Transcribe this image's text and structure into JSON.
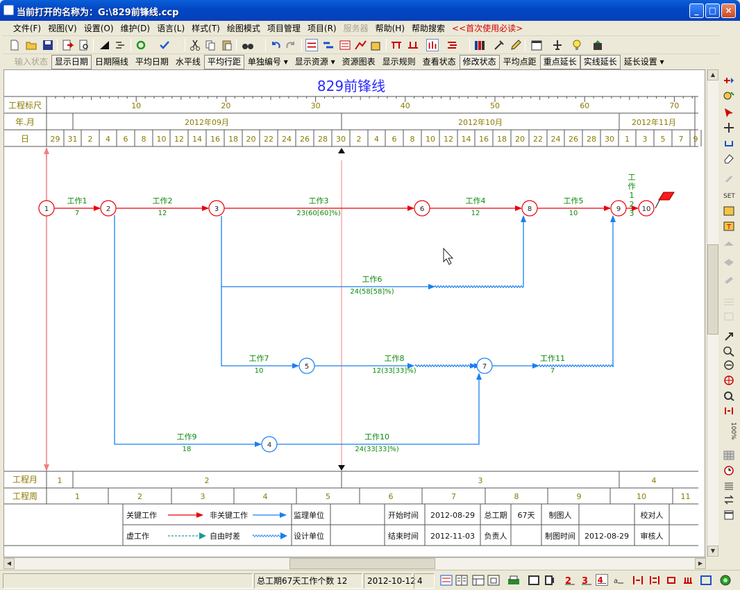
{
  "window": {
    "title": "当前打开的名称为：G:\\829前锋线.ccp",
    "min": "_",
    "max": "□",
    "close": "×"
  },
  "menu": [
    {
      "label": "文件(F)",
      "state": ""
    },
    {
      "label": "视图(V)",
      "state": ""
    },
    {
      "label": "设置(O)",
      "state": ""
    },
    {
      "label": "维护(D)",
      "state": ""
    },
    {
      "label": "语言(L)",
      "state": ""
    },
    {
      "label": "样式(T)",
      "state": ""
    },
    {
      "label": "绘图模式",
      "state": ""
    },
    {
      "label": "项目管理",
      "state": ""
    },
    {
      "label": "项目(R)",
      "state": ""
    },
    {
      "label": "服务器",
      "state": "disabled"
    },
    {
      "label": "帮助(H)",
      "state": ""
    },
    {
      "label": "帮助搜索",
      "state": ""
    },
    {
      "label": "<<首次使用必读>",
      "state": "highlight"
    }
  ],
  "toolbar2": [
    {
      "label": "输入状态",
      "state": "disabled"
    },
    {
      "label": "显示日期",
      "state": "boxed"
    },
    {
      "label": "日期隔线",
      "state": ""
    },
    {
      "label": "平均日期",
      "state": ""
    },
    {
      "label": "水平线",
      "state": ""
    },
    {
      "label": "平均行距",
      "state": "boxed"
    },
    {
      "label": "单独编号 ▾",
      "state": ""
    },
    {
      "label": "显示资源 ▾",
      "state": ""
    },
    {
      "label": "资源图表",
      "state": ""
    },
    {
      "label": "显示规则",
      "state": ""
    },
    {
      "label": "查看状态",
      "state": ""
    },
    {
      "label": "修改状态",
      "state": "boxed"
    },
    {
      "label": "平均点距",
      "state": ""
    },
    {
      "label": "重点延长",
      "state": "boxed"
    },
    {
      "label": "实线延长",
      "state": "boxed"
    },
    {
      "label": "延长设置 ▾",
      "state": ""
    }
  ],
  "chart": {
    "title": "829前锋线",
    "ruler_label": "工程标尺",
    "ruler_ticks": [
      "10",
      "20",
      "30",
      "40",
      "50",
      "60",
      "70"
    ],
    "ym_label": "年.月",
    "months": [
      "2012年09月",
      "2012年10月",
      "2012年11月"
    ],
    "day_label": "日",
    "days": [
      "29",
      "31",
      "2",
      "4",
      "6",
      "8",
      "10",
      "12",
      "14",
      "16",
      "18",
      "20",
      "22",
      "24",
      "26",
      "28",
      "30",
      "2",
      "4",
      "6",
      "8",
      "10",
      "12",
      "14",
      "16",
      "18",
      "20",
      "22",
      "24",
      "26",
      "28",
      "30",
      "1",
      "3",
      "5",
      "7",
      "9"
    ],
    "project_month_label": "工程月",
    "project_months": [
      "1",
      "2",
      "3",
      "4"
    ],
    "project_week_label": "工程周",
    "project_weeks": [
      "1",
      "2",
      "3",
      "4",
      "5",
      "6",
      "7",
      "8",
      "9",
      "10",
      "11"
    ],
    "nodes": [
      {
        "id": "1",
        "kind": "critical"
      },
      {
        "id": "2",
        "kind": "critical"
      },
      {
        "id": "3",
        "kind": "critical"
      },
      {
        "id": "6",
        "kind": "critical"
      },
      {
        "id": "8",
        "kind": "critical"
      },
      {
        "id": "9",
        "kind": "critical"
      },
      {
        "id": "10",
        "kind": "critical"
      },
      {
        "id": "5",
        "kind": "normal"
      },
      {
        "id": "7",
        "kind": "normal"
      },
      {
        "id": "4",
        "kind": "normal"
      }
    ],
    "activities": [
      {
        "name": "工作1",
        "dur": "7",
        "kind": "critical"
      },
      {
        "name": "工作2",
        "dur": "12",
        "kind": "critical"
      },
      {
        "name": "工作3",
        "dur": "23(60[60]%)",
        "kind": "critical"
      },
      {
        "name": "工作4",
        "dur": "12",
        "kind": "critical"
      },
      {
        "name": "工作5",
        "dur": "10",
        "kind": "critical"
      },
      {
        "name": "工作6",
        "dur": "24(58[58]%)",
        "kind": "normal"
      },
      {
        "name": "工作7",
        "dur": "10",
        "kind": "normal"
      },
      {
        "name": "工作8",
        "dur": "12(33[33]%)",
        "kind": "normal"
      },
      {
        "name": "工作11",
        "dur": "7",
        "kind": "normal"
      },
      {
        "name": "工作9",
        "dur": "18",
        "kind": "normal"
      },
      {
        "name": "工作10",
        "dur": "24(33[33]%)",
        "kind": "normal"
      }
    ],
    "vertical_note": [
      "工",
      "作",
      "1",
      "2",
      "3"
    ],
    "legend": {
      "critical": "关键工作",
      "noncritical": "非关键工作",
      "dummy": "虚工作",
      "float": "自由时差",
      "supervisor": "监理单位",
      "designer": "设计单位",
      "start_label": "开始时间",
      "start_value": "2012-08-29",
      "end_label": "结束时间",
      "end_value": "2012-11-03",
      "total_label": "总工期",
      "total_value": "67天",
      "owner_label": "负责人",
      "owner_value": "",
      "drawer_label": "制图人",
      "drawer_value": "",
      "drawtime_label": "制图时间",
      "drawtime_value": "2012-08-29",
      "checker_label": "校对人",
      "checker_value": "",
      "auditor_label": "审核人",
      "auditor_value": ""
    }
  },
  "status": {
    "summary": "总工期67天工作个数 12",
    "date": "2012-10-12",
    "count": "4"
  },
  "colors": {
    "critical": "#e8000b",
    "normal": "#1a7ff0",
    "text_green": "#0a8a0a",
    "grid_text": "#8a7a00"
  }
}
